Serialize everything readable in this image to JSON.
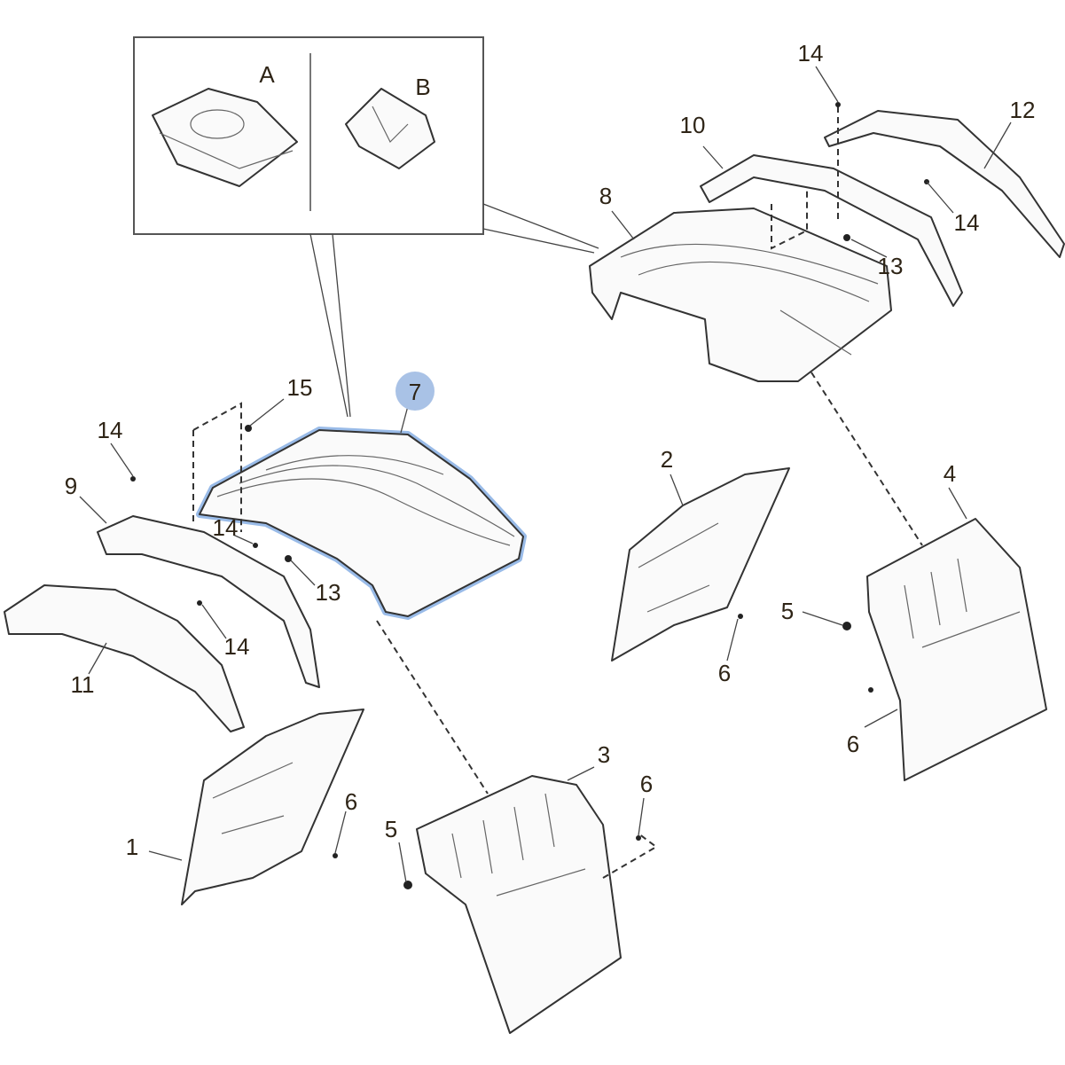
{
  "diagram": {
    "highlighted_part": "7",
    "highlight_color": "#a9c2e6",
    "inset_labels": [
      "A",
      "B"
    ],
    "callouts": [
      {
        "id": "c14a",
        "text": "14"
      },
      {
        "id": "c12",
        "text": "12"
      },
      {
        "id": "c10",
        "text": "10"
      },
      {
        "id": "c8",
        "text": "8"
      },
      {
        "id": "c14b",
        "text": "14"
      },
      {
        "id": "c13a",
        "text": "13"
      },
      {
        "id": "c15",
        "text": "15"
      },
      {
        "id": "c7",
        "text": "7"
      },
      {
        "id": "c14c",
        "text": "14"
      },
      {
        "id": "c9",
        "text": "9"
      },
      {
        "id": "c14d",
        "text": "14"
      },
      {
        "id": "c13b",
        "text": "13"
      },
      {
        "id": "c14e",
        "text": "14"
      },
      {
        "id": "c11",
        "text": "11"
      },
      {
        "id": "c2",
        "text": "2"
      },
      {
        "id": "c6a",
        "text": "6"
      },
      {
        "id": "c5a",
        "text": "5"
      },
      {
        "id": "c4",
        "text": "4"
      },
      {
        "id": "c6b",
        "text": "6"
      },
      {
        "id": "c1",
        "text": "1"
      },
      {
        "id": "c6c",
        "text": "6"
      },
      {
        "id": "c3",
        "text": "3"
      },
      {
        "id": "c5b",
        "text": "5"
      },
      {
        "id": "c6d",
        "text": "6"
      }
    ]
  }
}
